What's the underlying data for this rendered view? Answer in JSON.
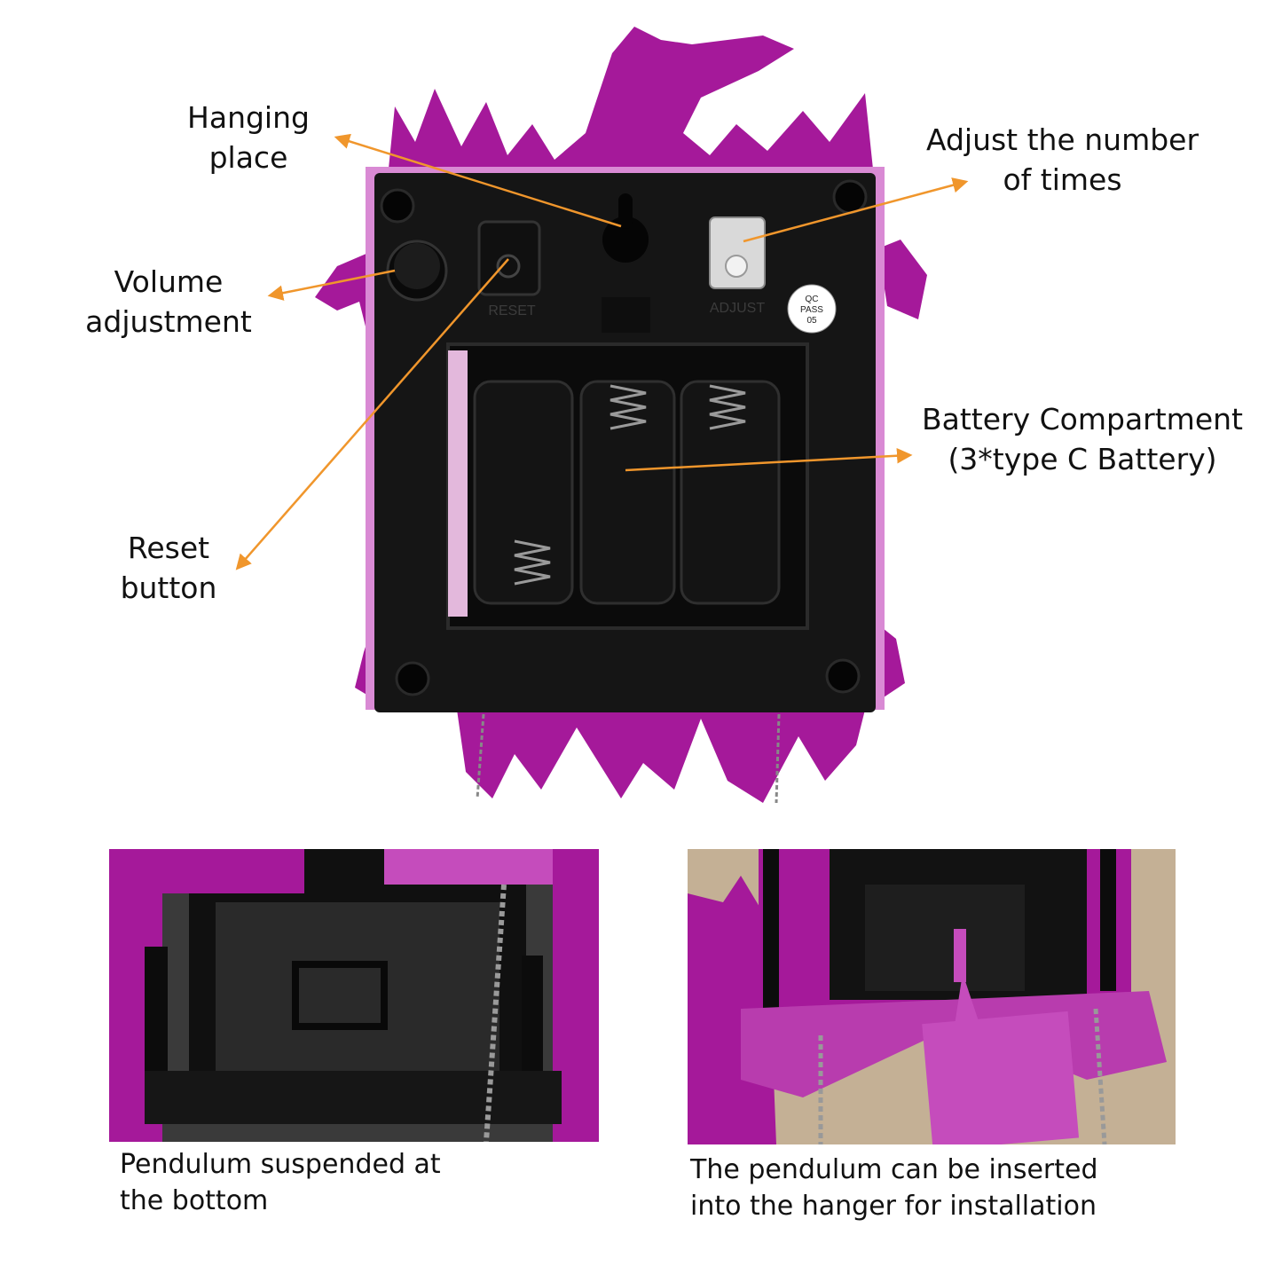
{
  "labels": {
    "hanging_place": [
      "Hanging",
      "place"
    ],
    "adjust_times": [
      "Adjust the number",
      "of times"
    ],
    "volume": [
      "Volume",
      "adjustment"
    ],
    "battery": [
      "Battery Compartment",
      "(3*type C Battery)"
    ],
    "reset": [
      "Reset",
      "button"
    ]
  },
  "panel_markings": {
    "reset": "RESET",
    "adjust": "ADJUST",
    "qc": [
      "QC",
      "PASS",
      "05"
    ]
  },
  "captions": {
    "left": [
      "Pendulum suspended at",
      "the bottom"
    ],
    "right": [
      "The pendulum can be inserted",
      "into the hanger for installation"
    ]
  },
  "colors": {
    "magenta": "#a5199a",
    "magenta_light": "#c54cbc",
    "panel_black": "#151515",
    "arrow": "#f0962c",
    "text": "#111111"
  }
}
